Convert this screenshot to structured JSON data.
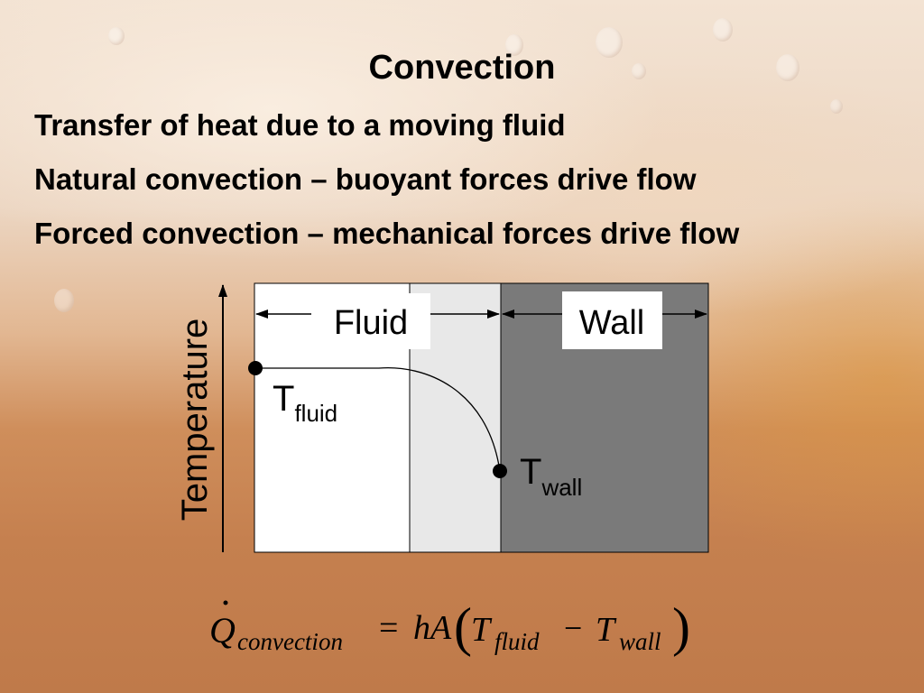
{
  "slide": {
    "title": "Convection",
    "bullets": [
      "Transfer of heat due to a moving fluid",
      "Natural convection – buoyant forces drive flow",
      "Forced convection – mechanical forces drive flow"
    ]
  },
  "diagram": {
    "axis_label": "Temperature",
    "fluid_label": "Fluid",
    "wall_label": "Wall",
    "t_fluid": {
      "base": "T",
      "sub": "fluid"
    },
    "t_wall": {
      "base": "T",
      "sub": "wall"
    },
    "colors": {
      "fluid_region": "#ffffff",
      "boundary_layer": "#e8e8e8",
      "wall_region": "#7a7a7a"
    }
  },
  "equation": {
    "q": "Q",
    "q_sub": "convection",
    "equals": "=",
    "ha": "hA",
    "t1": "T",
    "t1_sub": "fluid",
    "minus": "−",
    "t2": "T",
    "t2_sub": "wall"
  }
}
